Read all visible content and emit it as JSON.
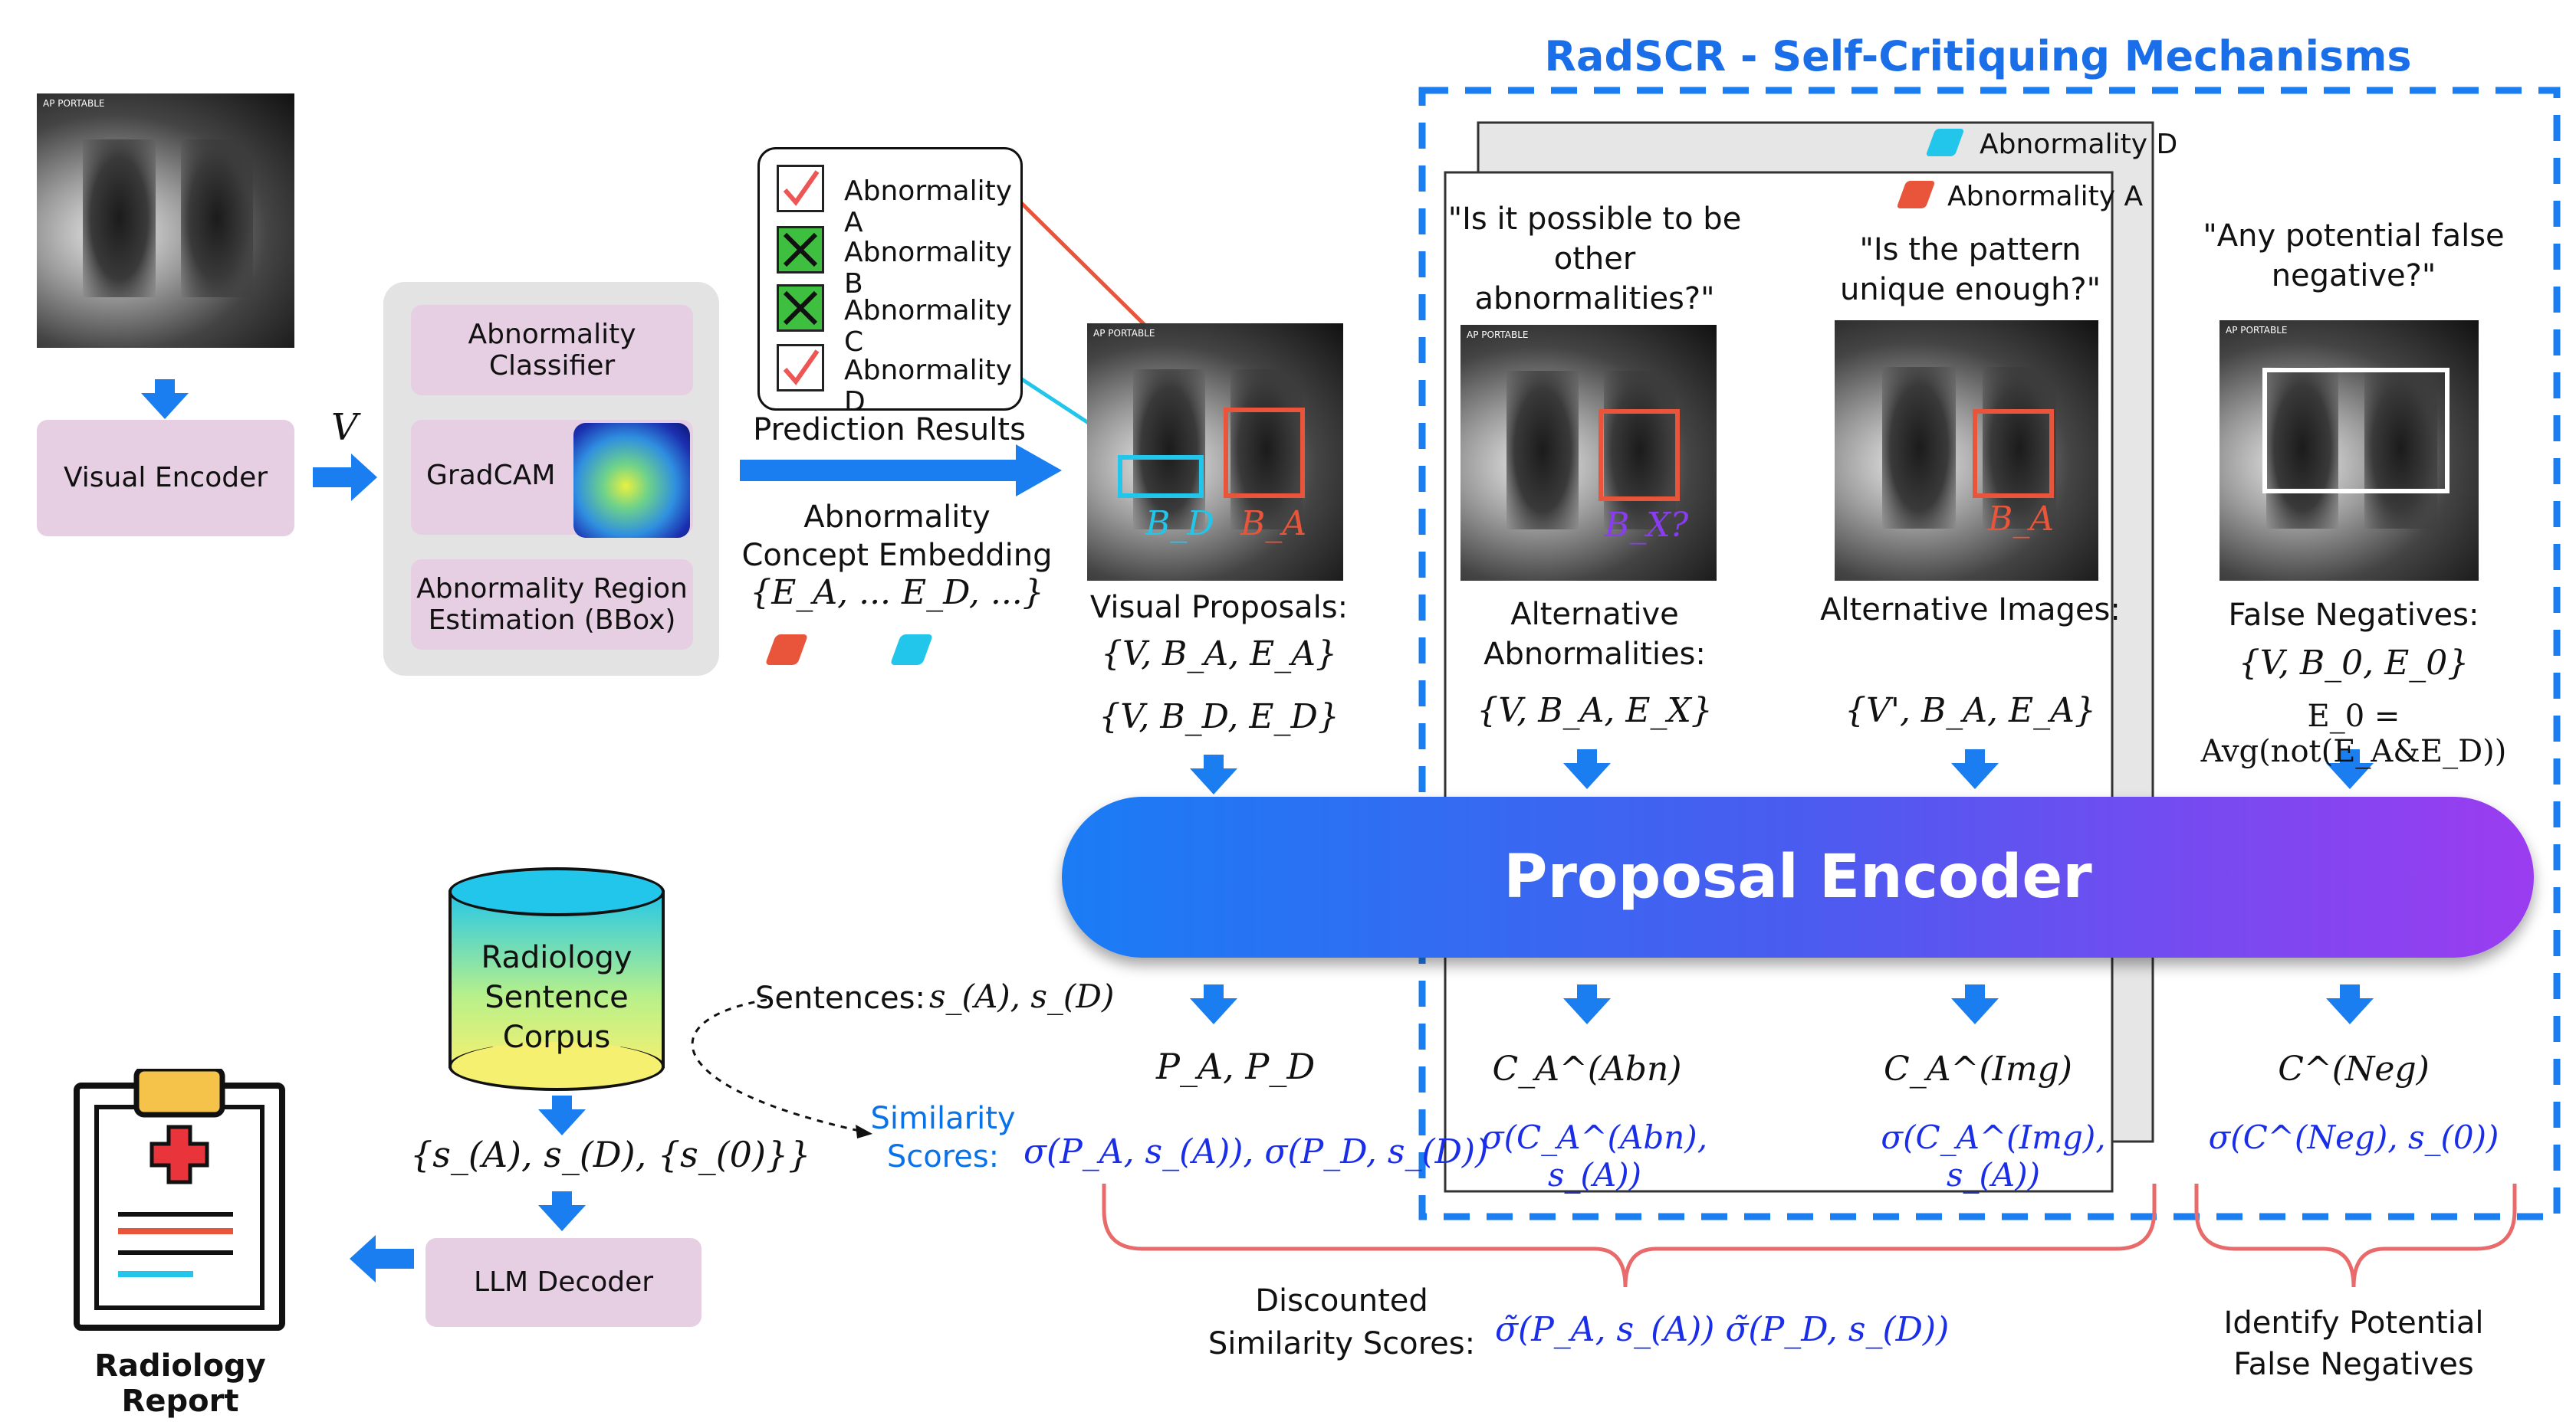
{
  "title": "RadSCR - Self-Critiquing Mechanisms",
  "left": {
    "visual_encoder": "Visual Encoder",
    "v_symbol": "V",
    "classifier": "Abnormality Classifier",
    "gradcam": "GradCAM",
    "region_estimation": "Abnormality Region Estimation (BBox)",
    "xray_mark": "AP PORTABLE"
  },
  "predictions": {
    "items": [
      {
        "label": "Abnormality A",
        "status": "check"
      },
      {
        "label": "Abnormality B",
        "status": "cross"
      },
      {
        "label": "Abnormality C",
        "status": "cross"
      },
      {
        "label": "Abnormality D",
        "status": "check"
      }
    ],
    "caption": "Prediction Results",
    "concept_caption": "Abnormality Concept Embedding",
    "concept_formula": "{E_A, ... E_D, ...}"
  },
  "visual_proposals": {
    "bd": "B_D",
    "ba": "B_A",
    "label": "Visual Proposals:",
    "formula1": "{V, B_A, E_A}",
    "formula2": "{V, B_D, E_D}"
  },
  "stack": {
    "back_label": "Abnormality D",
    "front_label": "Abnormality A"
  },
  "alt_abn": {
    "question": "\"Is it possible to be other abnormalities?\"",
    "box_label": "B_X?",
    "label": "Alternative Abnormalities:",
    "formula": "{V, B_A, E_X}",
    "output": "C_A^(Abn)",
    "score": "σ(C_A^(Abn), s_(A))"
  },
  "alt_img": {
    "question": "\"Is the pattern unique enough?\"",
    "box_label": "B_A",
    "label": "Alternative Images:",
    "formula": "{V', B_A, E_A}",
    "output": "C_A^(Img)",
    "score": "σ(C_A^(Img), s_(A))"
  },
  "false_neg": {
    "question": "\"Any potential false negative?\"",
    "label": "False Negatives:",
    "formula1": "{V, B_0, E_0}",
    "formula2": "E_0 = Avg(not(E_A&E_D))",
    "output": "C^(Neg)",
    "score": "σ(C^(Neg), s_(0))"
  },
  "encoder": {
    "label": "Proposal Encoder"
  },
  "corpus": {
    "label": "Radiology Sentence Corpus",
    "formula": "{s_(A), s_(D), {s_(0)}}"
  },
  "sentences": {
    "label": "Sentences:",
    "formula": "s_(A), s_(D)",
    "p_formula": "P_A, P_D",
    "similarity_label": "Similarity Scores:",
    "similarity_formula": "σ(P_A, s_(A)), σ(P_D, s_(D))"
  },
  "decoder": {
    "label": "LLM Decoder"
  },
  "report": {
    "label": "Radiology Report"
  },
  "discounted": {
    "label": "Discounted Similarity Scores:",
    "formula": "σ̃(P_A, s_(A))  σ̃(P_D, s_(D))"
  },
  "identify": {
    "label": "Identify Potential False Negatives"
  },
  "colors": {
    "arrow_blue": "#1a7ef0",
    "pink_box": "#e6cfe3",
    "panel_gray": "#e3e3e3",
    "box_red": "#e8553a",
    "box_cyan": "#22c6ea",
    "score_blue": "#1a2ee8",
    "title_blue": "#1a6fe8",
    "brace_red": "#e86a6a",
    "purple": "#8a3cf0"
  }
}
